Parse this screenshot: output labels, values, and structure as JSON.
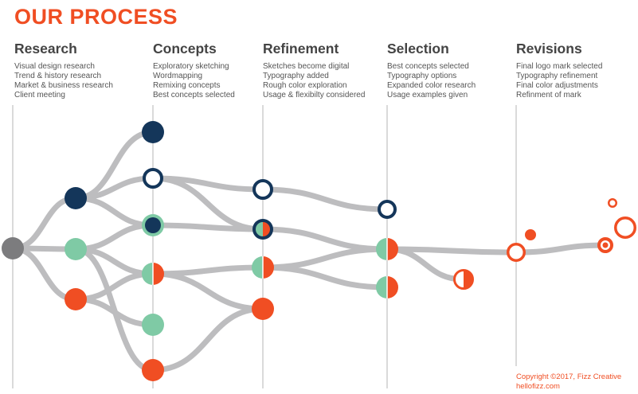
{
  "page": {
    "title": "OUR PROCESS",
    "accent_color": "#f04e23",
    "navy_color": "#14365a",
    "mint_color": "#7fcaa5",
    "gray_color": "#7c7c7e",
    "line_color": "#bdbdbf",
    "copyright": "Copyright ©2017, Fizz Creative",
    "website": "hellofizz.com"
  },
  "stages": [
    {
      "title": "Research",
      "items": [
        "Visual design research",
        "Trend & history research",
        "Market & business research",
        "Client meeting"
      ]
    },
    {
      "title": "Concepts",
      "items": [
        "Exploratory sketching",
        "Wordmapping",
        "Remixing concepts",
        "Best concepts selected"
      ]
    },
    {
      "title": "Refinement",
      "items": [
        "Sketches become digital",
        "Typography added",
        "Rough color exploration",
        "Usage & flexibilty considered"
      ]
    },
    {
      "title": "Selection",
      "items": [
        "Best concepts selected",
        "Typography options",
        "Expanded color research",
        "Usage examples given"
      ]
    },
    {
      "title": "Revisions",
      "items": [
        "Final logo mark selected",
        "Typography refinement",
        "Final color adjustments",
        "Refinment of mark"
      ]
    }
  ],
  "diagram": {
    "nodes": [
      {
        "id": "start",
        "style": "solid-gray"
      },
      {
        "id": "r-navy",
        "style": "solid-navy"
      },
      {
        "id": "r-mint",
        "style": "solid-mint"
      },
      {
        "id": "r-orange",
        "style": "solid-orange"
      },
      {
        "id": "c1",
        "style": "solid-navy"
      },
      {
        "id": "c2",
        "style": "ring-navy"
      },
      {
        "id": "c3",
        "style": "navy-in-mint"
      },
      {
        "id": "c4",
        "style": "half-mint-orange"
      },
      {
        "id": "c5",
        "style": "solid-mint"
      },
      {
        "id": "c6",
        "style": "solid-orange"
      },
      {
        "id": "f1",
        "style": "ring-navy"
      },
      {
        "id": "f2",
        "style": "half-in-navy-ring"
      },
      {
        "id": "f3",
        "style": "half-mint-orange"
      },
      {
        "id": "f4",
        "style": "solid-orange"
      },
      {
        "id": "s1",
        "style": "ring-navy"
      },
      {
        "id": "s2",
        "style": "half-mint-orange"
      },
      {
        "id": "s3",
        "style": "half-mint-orange"
      },
      {
        "id": "s4",
        "style": "half-white-orange"
      },
      {
        "id": "v1",
        "style": "ring-orange"
      },
      {
        "id": "v2",
        "style": "small-solid-orange"
      },
      {
        "id": "v3",
        "style": "ring-orange-dot"
      },
      {
        "id": "v4",
        "style": "ring-orange"
      },
      {
        "id": "v5",
        "style": "small-ring-orange"
      }
    ],
    "connections": [
      [
        "start",
        "r-navy"
      ],
      [
        "start",
        "r-mint"
      ],
      [
        "start",
        "r-orange"
      ],
      [
        "r-navy",
        "c1"
      ],
      [
        "r-navy",
        "c2"
      ],
      [
        "r-navy",
        "c3"
      ],
      [
        "r-mint",
        "c3"
      ],
      [
        "r-mint",
        "c4"
      ],
      [
        "r-mint",
        "c6"
      ],
      [
        "r-orange",
        "c4"
      ],
      [
        "r-orange",
        "c5"
      ],
      [
        "c2",
        "f1"
      ],
      [
        "c2",
        "f2"
      ],
      [
        "c3",
        "f2"
      ],
      [
        "c4",
        "f3"
      ],
      [
        "c4",
        "f4"
      ],
      [
        "c6",
        "f4"
      ],
      [
        "f1",
        "s1"
      ],
      [
        "f2",
        "s2"
      ],
      [
        "f3",
        "s2"
      ],
      [
        "f3",
        "s3"
      ],
      [
        "s2",
        "s4"
      ],
      [
        "s2",
        "v1"
      ],
      [
        "v1",
        "v3"
      ]
    ]
  }
}
